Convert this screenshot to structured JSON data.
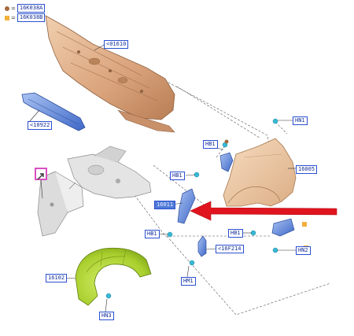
{
  "legend": [
    {
      "marker": "dot",
      "color": "#a66a3c",
      "code": "16K038A"
    },
    {
      "marker": "square",
      "color": "#f2b13c",
      "code": "16K038B"
    }
  ],
  "callouts": {
    "dash_panel": "<01610",
    "crossmember": "<10922",
    "fender": "16005",
    "fender_bracket": "16011",
    "liner": "16102",
    "hn1": "HN1",
    "hb1_top": "HB1",
    "hb1_mid": "HB1",
    "hb1_low": "HB1",
    "hb1_right": "HB1",
    "hm1": "HM1",
    "hn2": "HN2",
    "hn3": "HN3",
    "seal": "<16F214"
  },
  "colors": {
    "label_border": "#2a4fd0",
    "label_text": "#17309a",
    "dash_panel": "#d9a27a",
    "fender": "#e8c4a0",
    "liner": "#b5d93a",
    "bracket": "#4f7ad8",
    "fastener": "#36b9d6",
    "arrow": "#e0141e",
    "callout_icon": "#d84fc0"
  },
  "icons": [
    "arrow-icon",
    "callout-icon",
    "fastener-icon"
  ]
}
